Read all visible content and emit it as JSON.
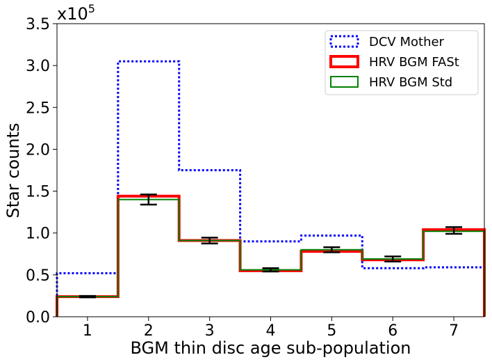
{
  "chart_data": {
    "type": "step-histogram",
    "xlabel": "BGM thin disc age sub-population",
    "ylabel": "Star counts",
    "y_multiplier": {
      "base": "x10",
      "exponent": "5"
    },
    "categories": [
      1,
      2,
      3,
      4,
      5,
      6,
      7
    ],
    "xlim": [
      0.5,
      7.5
    ],
    "ylim": [
      0,
      3.5
    ],
    "y_unit_scale": 100000,
    "x_ticks": [
      "1",
      "2",
      "3",
      "4",
      "5",
      "6",
      "7"
    ],
    "y_ticks": [
      "0.0",
      "0.5",
      "1.0",
      "1.5",
      "2.0",
      "2.5",
      "3.0",
      "3.5"
    ],
    "grid": false,
    "legend_position": "top-right",
    "series": [
      {
        "name": "DCV Mother",
        "style": "dotted",
        "color": "#0000ff",
        "values": [
          0.52,
          3.05,
          1.75,
          0.9,
          0.97,
          0.58,
          0.59
        ]
      },
      {
        "name": "HRV BGM FASt",
        "style": "solid-thick",
        "color": "#ff0000",
        "values": [
          0.24,
          1.44,
          0.91,
          0.55,
          0.78,
          0.68,
          1.04
        ]
      },
      {
        "name": "HRV BGM Std",
        "style": "solid",
        "color": "#008000",
        "values": [
          0.24,
          1.4,
          0.91,
          0.56,
          0.8,
          0.69,
          1.02
        ]
      }
    ],
    "error_bars": {
      "color": "#000000",
      "centers": [
        0.24,
        1.4,
        0.91,
        0.56,
        0.8,
        0.69,
        1.03
      ],
      "errors": [
        0.008,
        0.06,
        0.035,
        0.02,
        0.03,
        0.03,
        0.04
      ]
    }
  }
}
